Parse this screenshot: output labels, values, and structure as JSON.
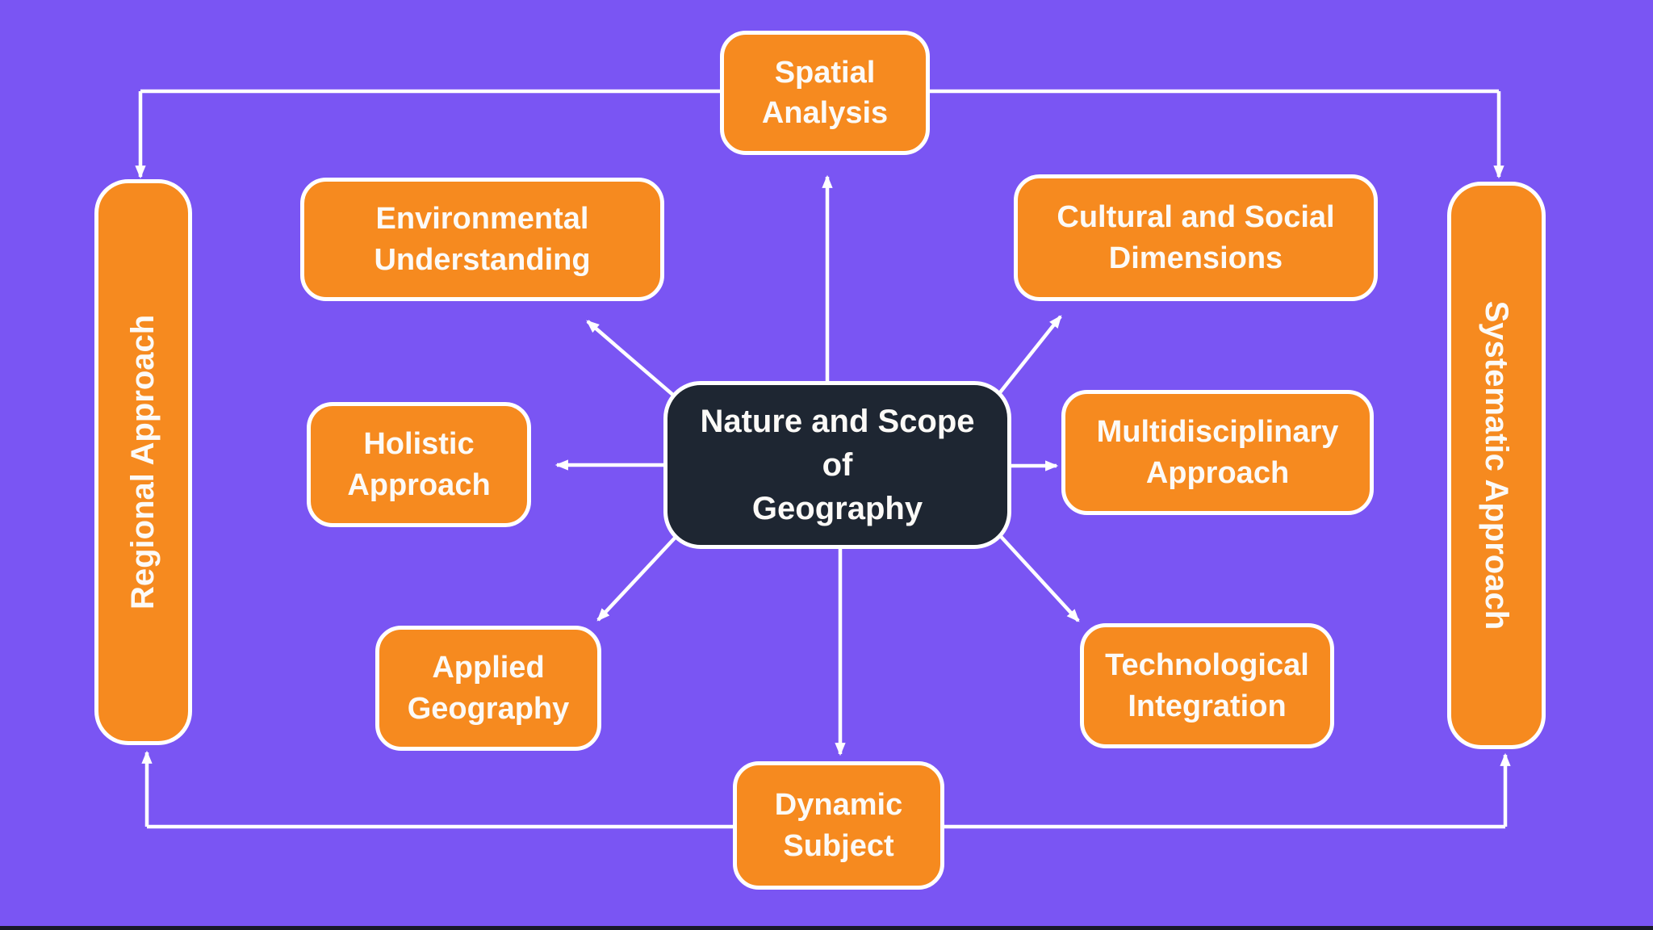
{
  "colors": {
    "background": "#7A55F3",
    "node_fill": "#F68A1F",
    "center_fill": "#1E2632",
    "line": "#FFFFFF",
    "text": "#FCFAF7"
  },
  "center": {
    "label": "Nature and Scope\nof\nGeography"
  },
  "nodes": {
    "spatial": {
      "label": "Spatial\nAnalysis"
    },
    "environmental": {
      "label": "Environmental\nUnderstanding"
    },
    "cultural": {
      "label": "Cultural and Social\nDimensions"
    },
    "holistic": {
      "label": "Holistic\nApproach"
    },
    "multidisciplinary": {
      "label": "Multidisciplinary\nApproach"
    },
    "applied": {
      "label": "Applied\nGeography"
    },
    "technological": {
      "label": "Technological\nIntegration"
    },
    "dynamic": {
      "label": "Dynamic\nSubject"
    },
    "regional": {
      "label": "Regional Approach"
    },
    "systematic": {
      "label": "Systematic Approach"
    }
  }
}
